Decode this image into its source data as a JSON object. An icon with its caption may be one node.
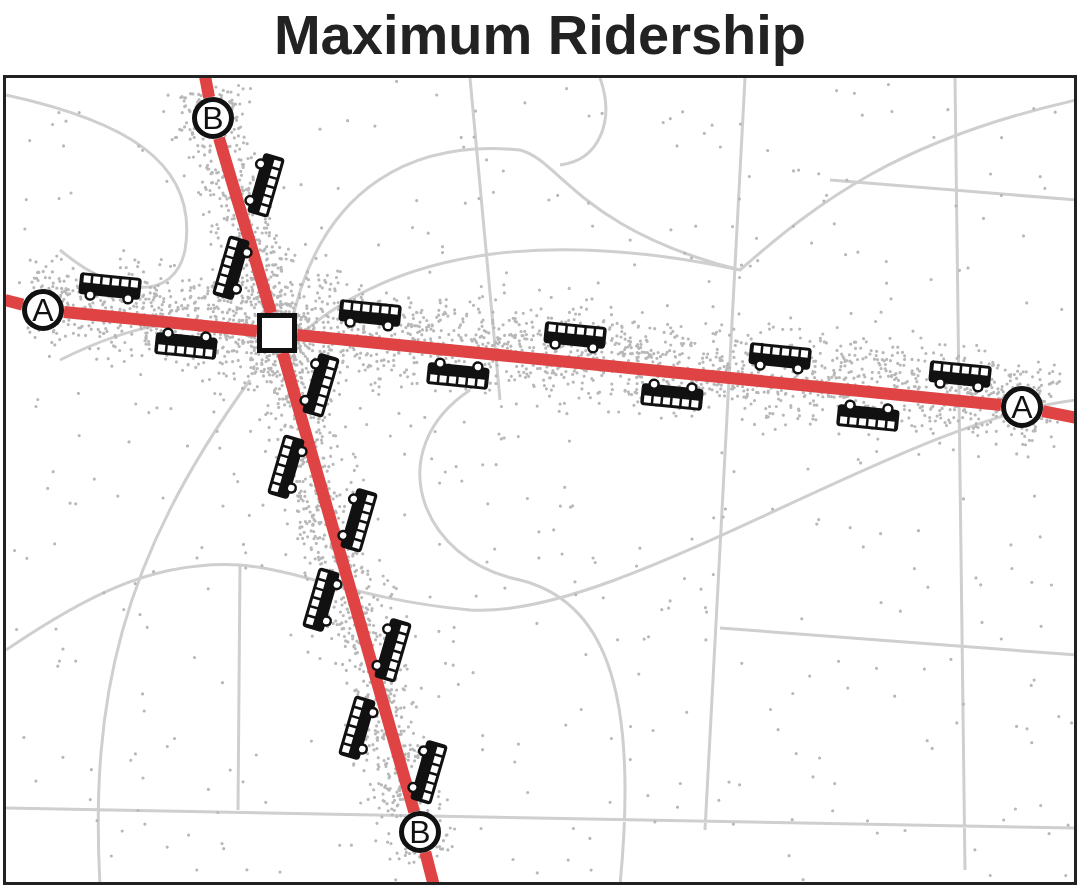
{
  "diagram": {
    "title": "Maximum Ridership",
    "nodes": [
      {
        "text": [
          "A"
        ]
      },
      {
        "text": [
          "A"
        ]
      },
      {
        "text": [
          "B"
        ]
      },
      {
        "text": [
          "B"
        ]
      },
      {
        "text": [],
        "shape": "box"
      }
    ],
    "edges": [
      {
        "from": 0,
        "to": 4,
        "arrow": "none"
      },
      {
        "from": 4,
        "to": 1,
        "arrow": "none"
      },
      {
        "from": 2,
        "to": 4,
        "arrow": "none"
      },
      {
        "from": 4,
        "to": 3,
        "arrow": "none"
      }
    ]
  }
}
